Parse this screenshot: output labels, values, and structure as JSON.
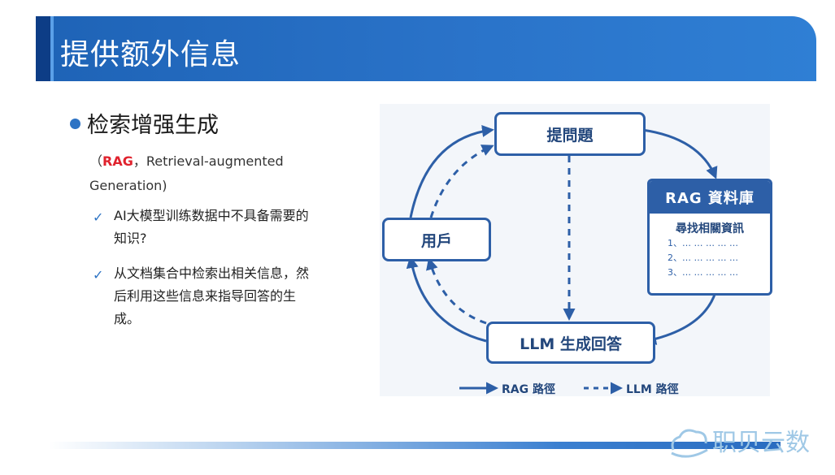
{
  "header": {
    "title": "提供额外信息"
  },
  "section": {
    "heading": "检索增强生成",
    "rag_paren_open": "（",
    "rag_abbr": "RAG",
    "rag_full": "，Retrieval-augmented Generation)",
    "points": [
      {
        "text": "AI大模型训练数据中不具备需要的知识?"
      },
      {
        "text": "从文档集合中检索出相关信息，然后利用这些信息来指导回答的生成。"
      }
    ]
  },
  "diagram": {
    "question": "提問題",
    "user": "用戶",
    "answer": "LLM 生成回答",
    "db_title": "RAG 資料庫",
    "db_subtitle": "尋找相關資訊",
    "db_rows": [
      "1、… … … … …",
      "2、… … … … …",
      "3、… … … … …"
    ],
    "legend_rag": "RAG 路徑",
    "legend_llm": "LLM 路徑"
  },
  "watermark": "职贝云数",
  "colors": {
    "accent": "#2d73c4",
    "node_border": "#2d5fa7",
    "rag_red": "#e0222d"
  }
}
